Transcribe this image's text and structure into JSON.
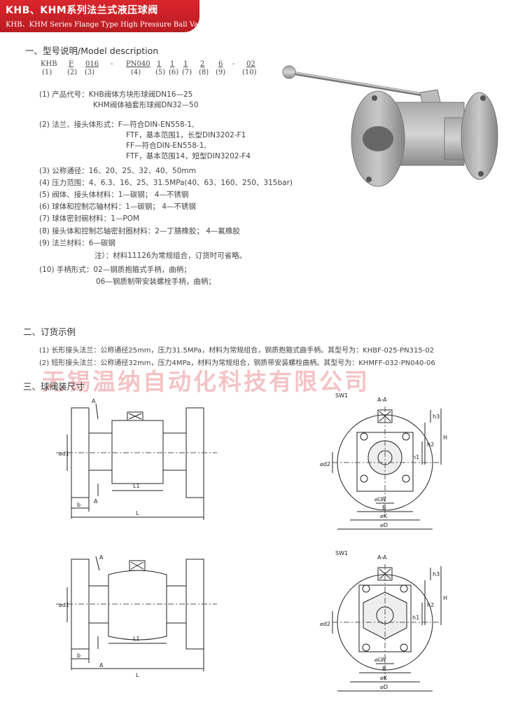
{
  "header": {
    "title_cn": "KHB、KHM系列法兰式液压球阀",
    "title_en": "KHB、KHM Series Flange Type High Pressure Ball Valve"
  },
  "section1": {
    "title": "一、型号说明/Model description",
    "code": {
      "parts": [
        "KHB",
        "F",
        "016",
        "-",
        "PN040",
        "1",
        "1",
        "1",
        "2",
        "6",
        "-",
        "02"
      ],
      "indices": [
        "(1)",
        "(2)",
        "(3)",
        "(4)",
        "(5)",
        "(6)",
        "(7)",
        "(8)",
        "(9)",
        "(10)"
      ]
    },
    "lines": [
      "(1) 产品代号：KHB阀体方块形球阀DN16—25",
      "KHM阀体袖套形球阀DN32—50",
      "(2) 法兰、接头体形式：F—符合DIN-EN558-1,",
      "FTF，基本范围1，长型DIN3202-F1",
      "FF—符合DIN-EN558-1,",
      "FTF，基本范围14，短型DIN3202-F4",
      "(3) 公称通径：16、20、25、32、40、50mm",
      "(4) 压力范围：4、6.3、16、25、31.5MPa(40、63、160、250、315bar)",
      "(5) 阀体、接头体材料：1—碳钢；     4—不锈钢",
      "(6) 球体和控制芯轴材料：1—碳钢；  4—不锈钢",
      "(7) 球体密封碗材料：1—POM",
      "(8) 接头体和控制芯轴密封圈材料：2—丁腈橡胶；  4—氟橡胶",
      "(9) 法兰材料：6—碳钢",
      "注）：材料11126为常规组合，订货时可省略。",
      "(10) 手柄形式：02—钢质抱箍式手柄，曲柄；",
      "06—钢质制带安装螺栓手柄，曲柄；"
    ]
  },
  "section2": {
    "title": "二、订货示例",
    "lines": [
      "(1) 长形接头法兰：公称通径25mm，压力31.5MPa，材料为常规组合，钢质抱箍式曲手柄。其型号为：KHBF-025-PN315-02",
      "(2) 短形接头法兰：公称通径32mm，压力4MPa，材料为常规组合，钢质带安装螺栓曲柄。其型号为：KHMFF-032-PN040-06"
    ]
  },
  "watermark": "无锡温纳自动化科技有限公司",
  "section3": {
    "title": "三、球阀装尺寸"
  },
  "drawing_labels": {
    "A": "A",
    "AA": "A-A",
    "L": "L",
    "L1": "L1",
    "b": "b",
    "d1": "⌀d1",
    "d2": "⌀d2",
    "SW1": "SW1",
    "h1": "h1",
    "h2": "h2",
    "h3": "h3",
    "H": "H",
    "LW": "⌀LW",
    "B": "B",
    "K": "⌀K",
    "D": "⌀D"
  }
}
